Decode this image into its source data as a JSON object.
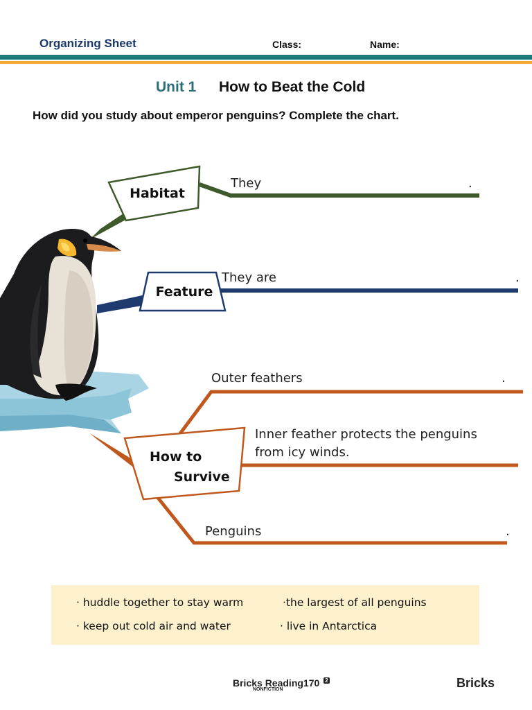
{
  "header": {
    "sheet_title": "Organizing Sheet",
    "class_label": "Class:",
    "name_label": "Name:"
  },
  "unit": {
    "label": "Unit 1",
    "title": "How to Beat the Cold"
  },
  "question": "How did you study about emperor penguins? Complete the chart.",
  "diagram": {
    "habitat": {
      "box": "Habitat",
      "line": "They",
      "end": "."
    },
    "feature": {
      "box": "Feature",
      "line": "They are",
      "end": "."
    },
    "survive": {
      "box_line1": "How to",
      "box_line2": "Survive",
      "branch1": "Outer feathers",
      "branch1_end": ".",
      "branch2_line1": "Inner feather protects the penguins",
      "branch2_line2": "from icy winds.",
      "branch3": "Penguins",
      "branch3_end": "."
    }
  },
  "word_box": {
    "items": [
      "· huddle together to stay warm",
      "·the largest of all penguins",
      "· keep out cold air and water",
      "· live in Antarctica"
    ]
  },
  "footer": {
    "brand": "Bricks Reading170",
    "badge": "2",
    "sub": "NONFICTION",
    "logo": "Bricks"
  },
  "colors": {
    "habitat": "#3e5a2a",
    "feature": "#1f3a6e",
    "survive": "#c0581e",
    "word_box_bg": "#fdf0cd"
  }
}
